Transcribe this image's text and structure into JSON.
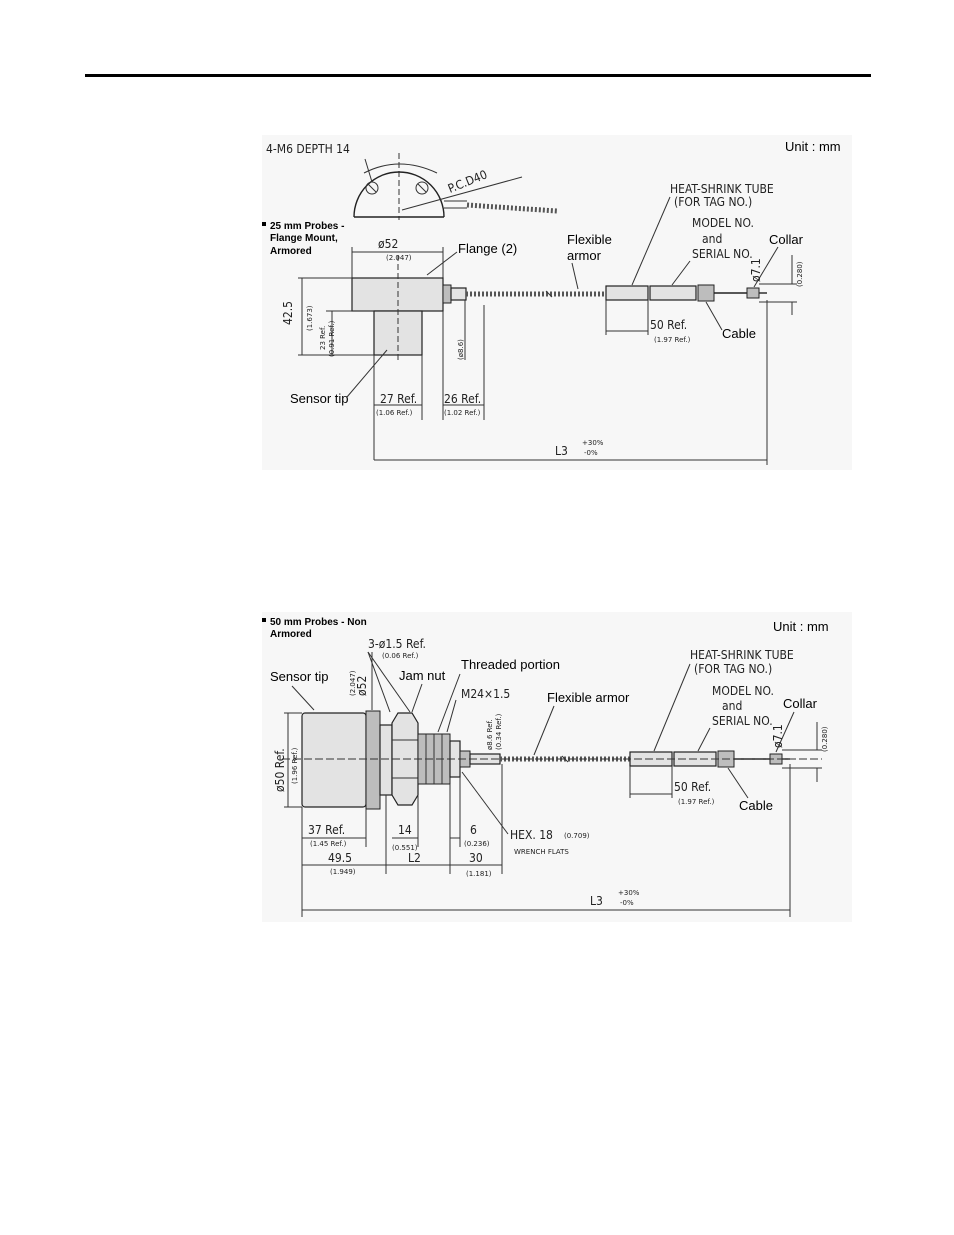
{
  "diagram1": {
    "unit": "Unit : mm",
    "title_lines": [
      "25 mm Probes -",
      "Flange Mount,",
      "Armored"
    ],
    "labels": {
      "depth": "4-M6 DEPTH 14",
      "pcd": "P.C.D40",
      "flange": "Flange (2)",
      "flexible_armor": [
        "Flexible",
        "armor"
      ],
      "heat_shrink": [
        "HEAT-SHRINK TUBE",
        "(FOR TAG NO.)"
      ],
      "model_serial": [
        "MODEL NO.",
        "and",
        "SERIAL NO."
      ],
      "collar": "Collar",
      "cable": "Cable",
      "sensor_tip": "Sensor tip"
    },
    "dims": {
      "d52": "ø52",
      "d52_in": "(2.047)",
      "h425": "42.5",
      "h425_in": "(1.673)",
      "h23": "23 Ref.",
      "h23_in": "(0.91 Ref.)",
      "d86": "(ø8.6)",
      "r27": "27 Ref.",
      "r27_in": "(1.06 Ref.)",
      "r26": "26 Ref.",
      "r26_in": "(1.02 Ref.)",
      "r50": "50 Ref.",
      "r50_in": "(1.97 Ref.)",
      "d71": "ø7.1",
      "d71_in": "(0.280)",
      "l3": "L3",
      "tol_plus": "+30%",
      "tol_minus": "-0%"
    }
  },
  "diagram2": {
    "unit": "Unit : mm",
    "title_lines": [
      "50 mm Probes - Non",
      "Armored"
    ],
    "labels": {
      "sensor_tip": "Sensor tip",
      "jam_nut": "Jam nut",
      "threaded": "Threaded portion",
      "thread_spec": "M24×1.5",
      "flexible_armor": "Flexible armor",
      "heat_shrink": [
        "HEAT-SHRINK TUBE",
        "(FOR TAG NO.)"
      ],
      "model_serial": [
        "MODEL NO.",
        "and",
        "SERIAL NO."
      ],
      "collar": "Collar",
      "cable": "Cable",
      "hex": "HEX. 18",
      "hex_in": "(0.709)",
      "wrench": "WRENCH FLATS"
    },
    "dims": {
      "holes": "3-ø1.5 Ref.",
      "holes_in": "(0.06 Ref.)",
      "d52": "ø52",
      "d52_in": "(2.047)",
      "d50": "ø50 Ref.",
      "d50_in": "(1.96 Ref.)",
      "d86": "ø8.6 Ref.",
      "d86_in": "(0.34 Ref.)",
      "r37": "37 Ref.",
      "r37_in": "(1.45 Ref.)",
      "r14": "14",
      "r14_in": "(0.551)",
      "r6": "6",
      "r6_in": "(0.236)",
      "r495": "49.5",
      "r495_in": "(1.949)",
      "l2": "L2",
      "r30": "30",
      "r30_in": "(1.181)",
      "r50": "50 Ref.",
      "r50_in": "(1.97 Ref.)",
      "d71": "ø7.1",
      "d71_in": "(0.280)",
      "l3": "L3",
      "tol_plus": "+30%",
      "tol_minus": "-0%"
    }
  }
}
